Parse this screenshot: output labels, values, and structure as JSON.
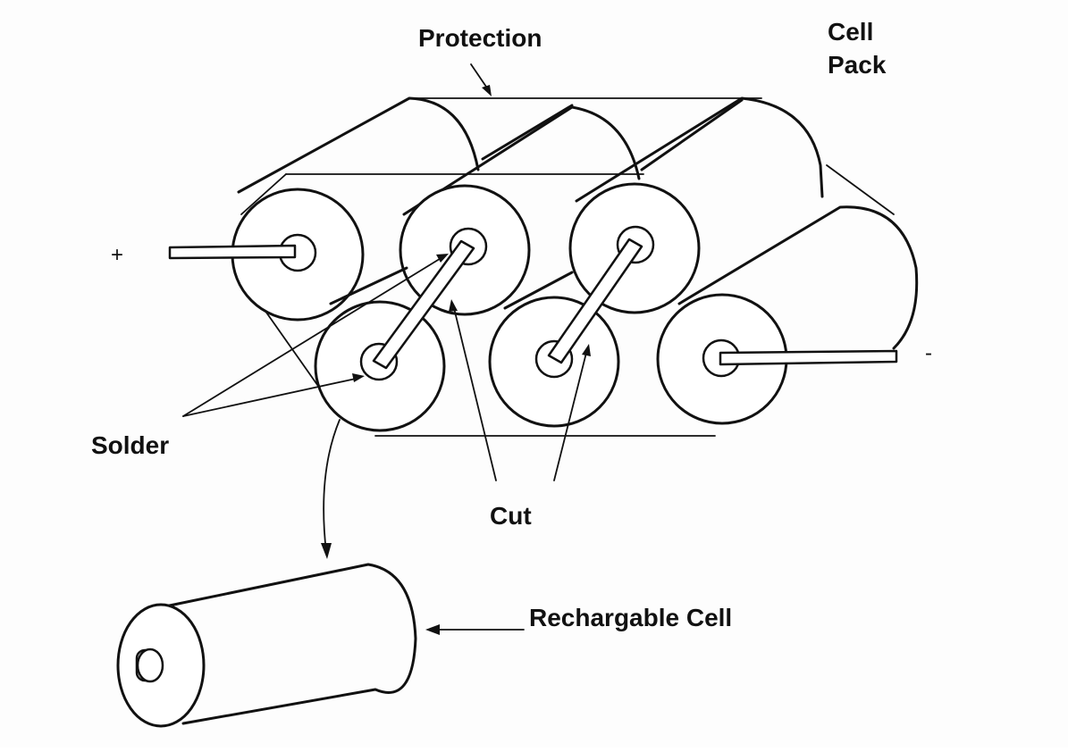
{
  "diagram": {
    "labels": {
      "protection": "Protection",
      "cell_pack_line1": "Cell",
      "cell_pack_line2": "Pack",
      "plus": "+",
      "minus": "-",
      "solder": "Solder",
      "cut": "Cut",
      "rechargeable_cell": "Rechargable Cell"
    },
    "colors": {
      "ink": "#111111",
      "paper": "#fdfdfd"
    },
    "cells_in_pack": 6,
    "pack_rows": 2
  }
}
